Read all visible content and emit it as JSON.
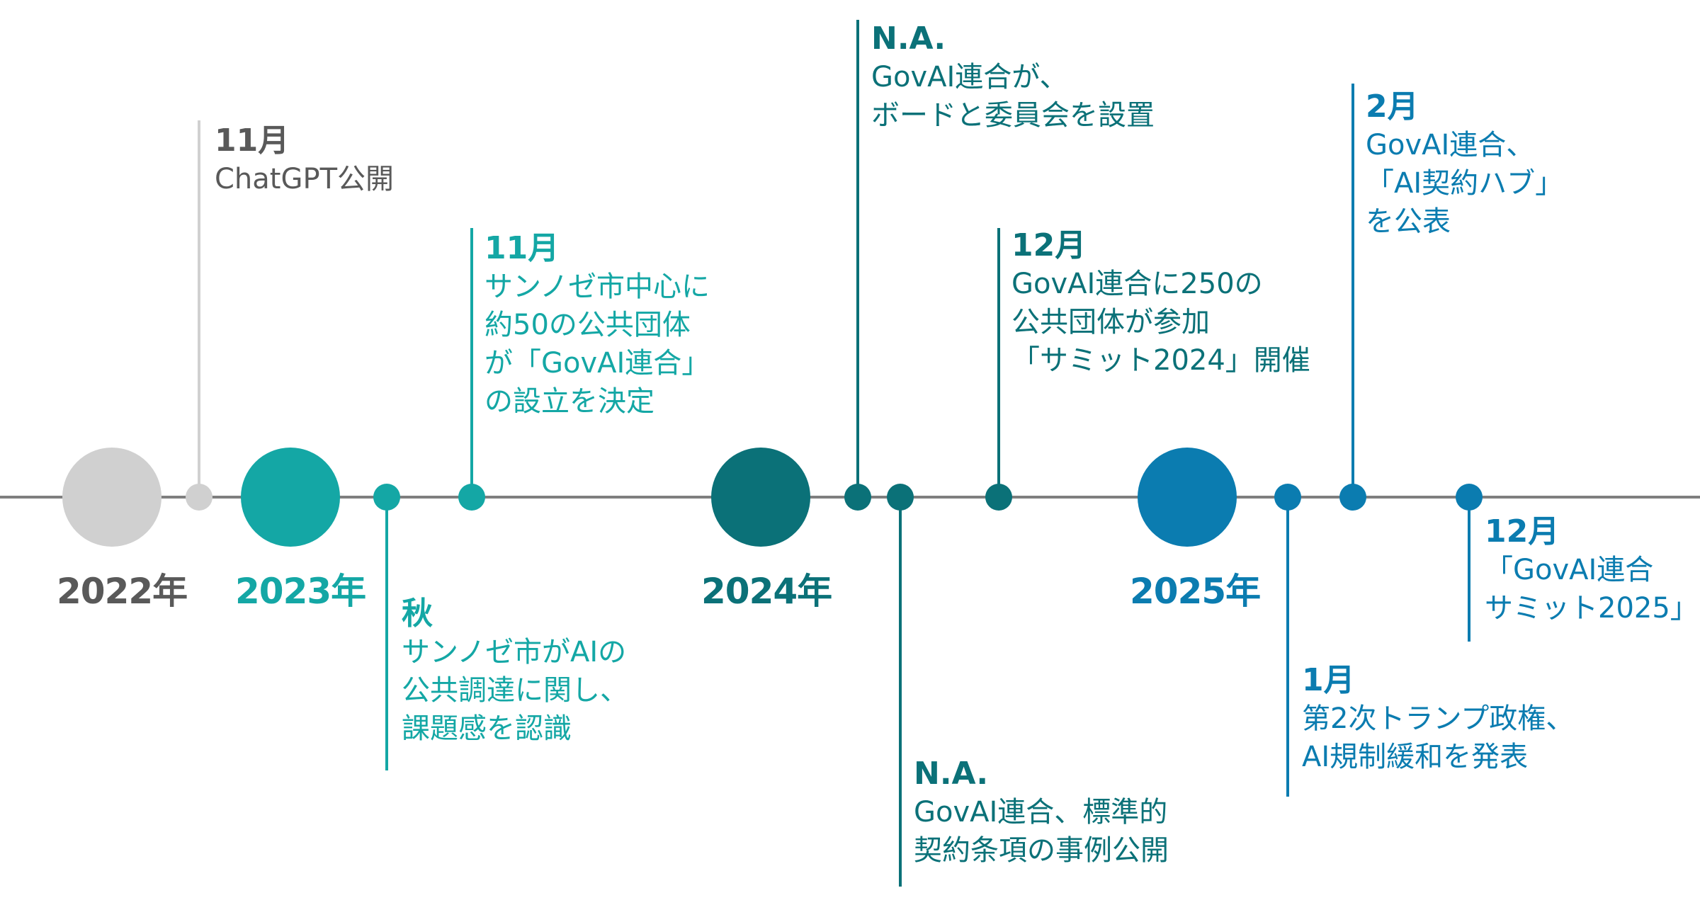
{
  "colors": {
    "axis": "#7f7f7f",
    "gray_light": "#d0d0d0",
    "gray_dark": "#595959",
    "teal": "#14a7a5",
    "teal_dark": "#0b7178",
    "blue": "#0b7cb0"
  },
  "years": [
    {
      "label": "2022年"
    },
    {
      "label": "2023年"
    },
    {
      "label": "2024年"
    },
    {
      "label": "2025年"
    }
  ],
  "events": [
    {
      "heading": "11月",
      "lines": [
        "ChatGPT公開"
      ]
    },
    {
      "heading": "秋",
      "lines": [
        "サンノゼ市がAIの",
        "公共調達に関し、",
        "課題感を認識"
      ]
    },
    {
      "heading": "11月",
      "lines": [
        "サンノゼ市中心に",
        "約50の公共団体",
        "が「GovAI連合」",
        "の設立を決定"
      ]
    },
    {
      "heading": "N.A.",
      "lines": [
        "GovAI連合が、",
        "ボードと委員会を設置"
      ]
    },
    {
      "heading": "N.A.",
      "lines": [
        "GovAI連合、標準的",
        "契約条項の事例公開"
      ]
    },
    {
      "heading": "12月",
      "lines": [
        "GovAI連合に250の",
        "公共団体が参加",
        "「サミット2024」開催"
      ]
    },
    {
      "heading": "1月",
      "lines": [
        "第2次トランプ政権、",
        "AI規制緩和を発表"
      ]
    },
    {
      "heading": "2月",
      "lines": [
        "GovAI連合、",
        "「AI契約ハブ」",
        "を公表"
      ]
    },
    {
      "heading": "12月",
      "lines": [
        "「GovAI連合",
        "サミット2025」"
      ]
    }
  ]
}
